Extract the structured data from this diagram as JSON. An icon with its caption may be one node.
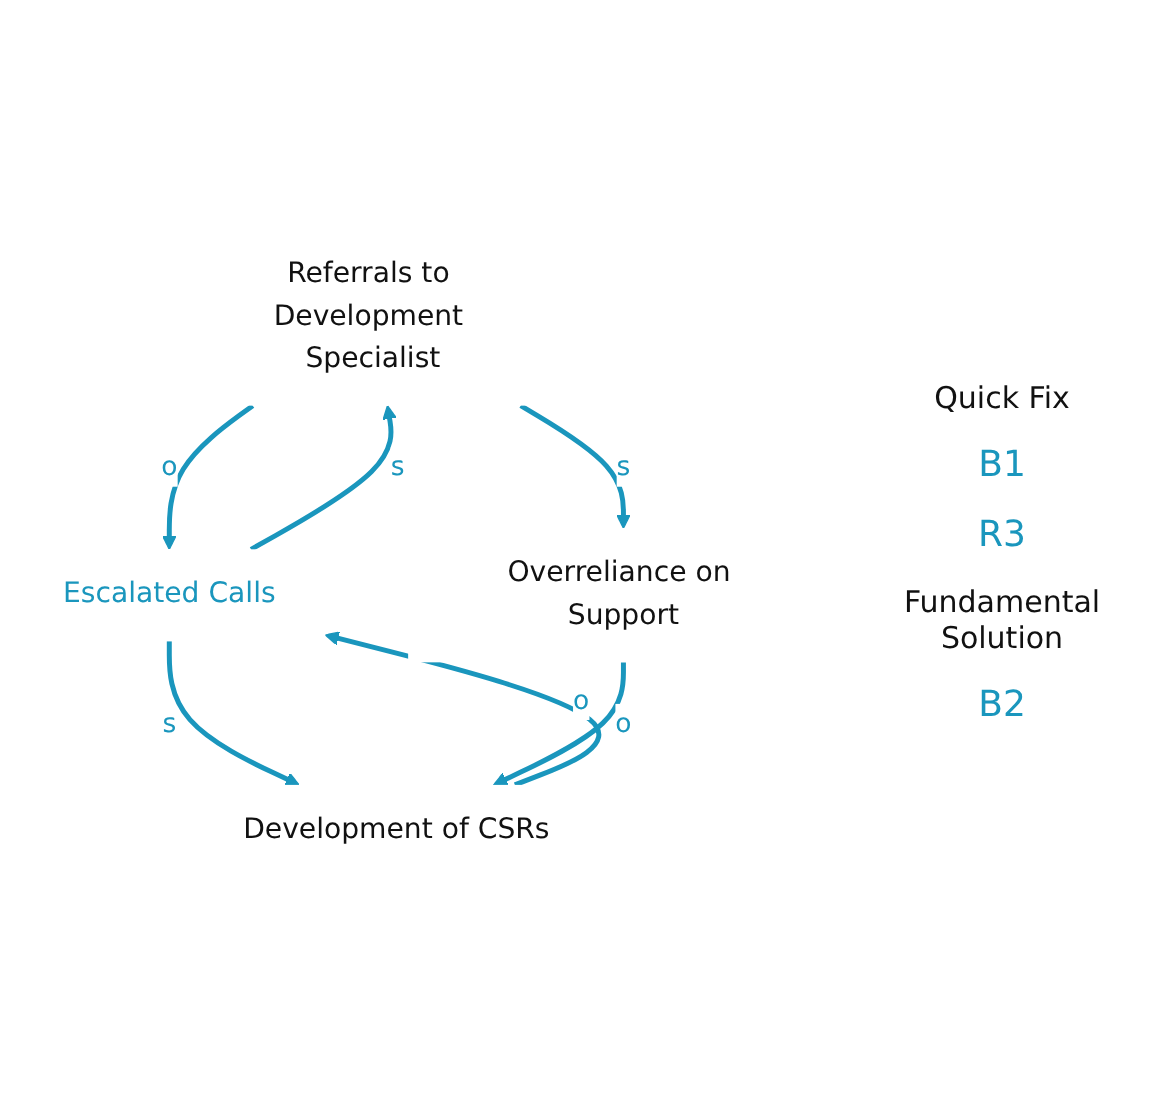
{
  "diagram": {
    "nodes": [
      {
        "text": [
          "Referrals to Development Specialist"
        ]
      },
      {
        "text": [
          "Escalated Calls"
        ]
      },
      {
        "text": [
          "Overreliance on Support"
        ]
      },
      {
        "text": [
          "Development of CSRs"
        ]
      }
    ],
    "edges": [
      {
        "from": 1,
        "to": 0,
        "arrow": "to",
        "label": "s"
      },
      {
        "from": 0,
        "to": 1,
        "arrow": "to",
        "label": "o"
      },
      {
        "from": 0,
        "to": 2,
        "arrow": "to",
        "label": "s"
      },
      {
        "from": 1,
        "to": 3,
        "arrow": "to",
        "label": "s"
      },
      {
        "from": 3,
        "to": 1,
        "arrow": "to",
        "label": "o"
      },
      {
        "from": 2,
        "to": 3,
        "arrow": "to",
        "label": "o"
      }
    ],
    "labels": [
      "Quick Fix",
      "B1",
      "R3",
      "Fundamental Solution",
      "B2"
    ]
  }
}
